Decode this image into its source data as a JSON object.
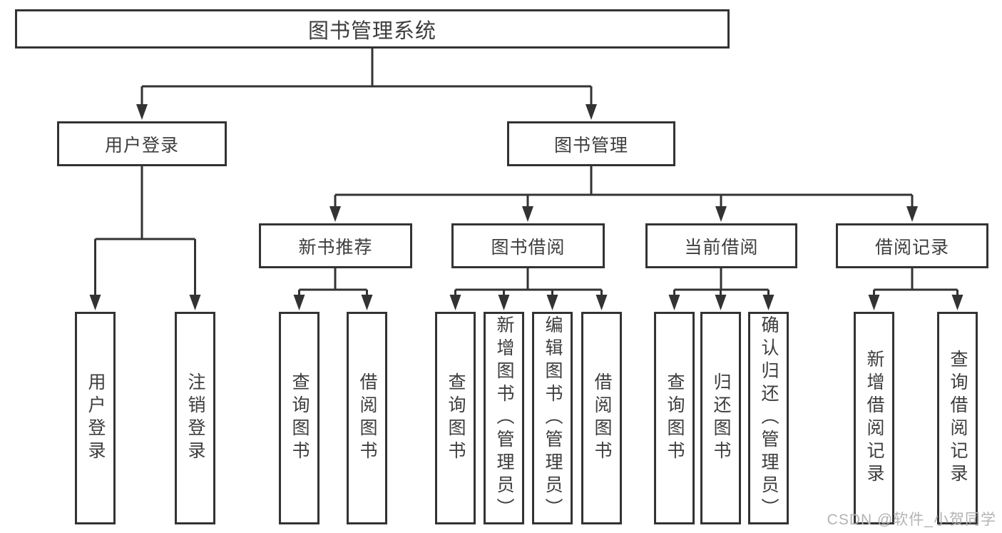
{
  "tree": {
    "label": "图书管理系统",
    "children": [
      {
        "label": "用户登录",
        "children": [
          {
            "label": "用户登录"
          },
          {
            "label": "注销登录"
          }
        ]
      },
      {
        "label": "图书管理",
        "children": [
          {
            "label": "新书推荐",
            "children": [
              {
                "label": "查询图书"
              },
              {
                "label": "借阅图书"
              }
            ]
          },
          {
            "label": "图书借阅",
            "children": [
              {
                "label": "查询图书"
              },
              {
                "label": "新增图书（管理员）"
              },
              {
                "label": "编辑图书（管理员）"
              },
              {
                "label": "借阅图书"
              }
            ]
          },
          {
            "label": "当前借阅",
            "children": [
              {
                "label": "查询图书"
              },
              {
                "label": "归还图书"
              },
              {
                "label": "确认归还（管理员）"
              }
            ]
          },
          {
            "label": "借阅记录",
            "children": [
              {
                "label": "新增借阅记录"
              },
              {
                "label": "查询借阅记录"
              }
            ]
          }
        ]
      }
    ]
  },
  "watermark": "CSDN @软件_小贺同学",
  "colors": {
    "line": "#333333",
    "box_border": "#333333",
    "box_fill": "#ffffff",
    "text": "#3d3d3d",
    "background": "#ffffff",
    "watermark": "#b3b3b3"
  }
}
